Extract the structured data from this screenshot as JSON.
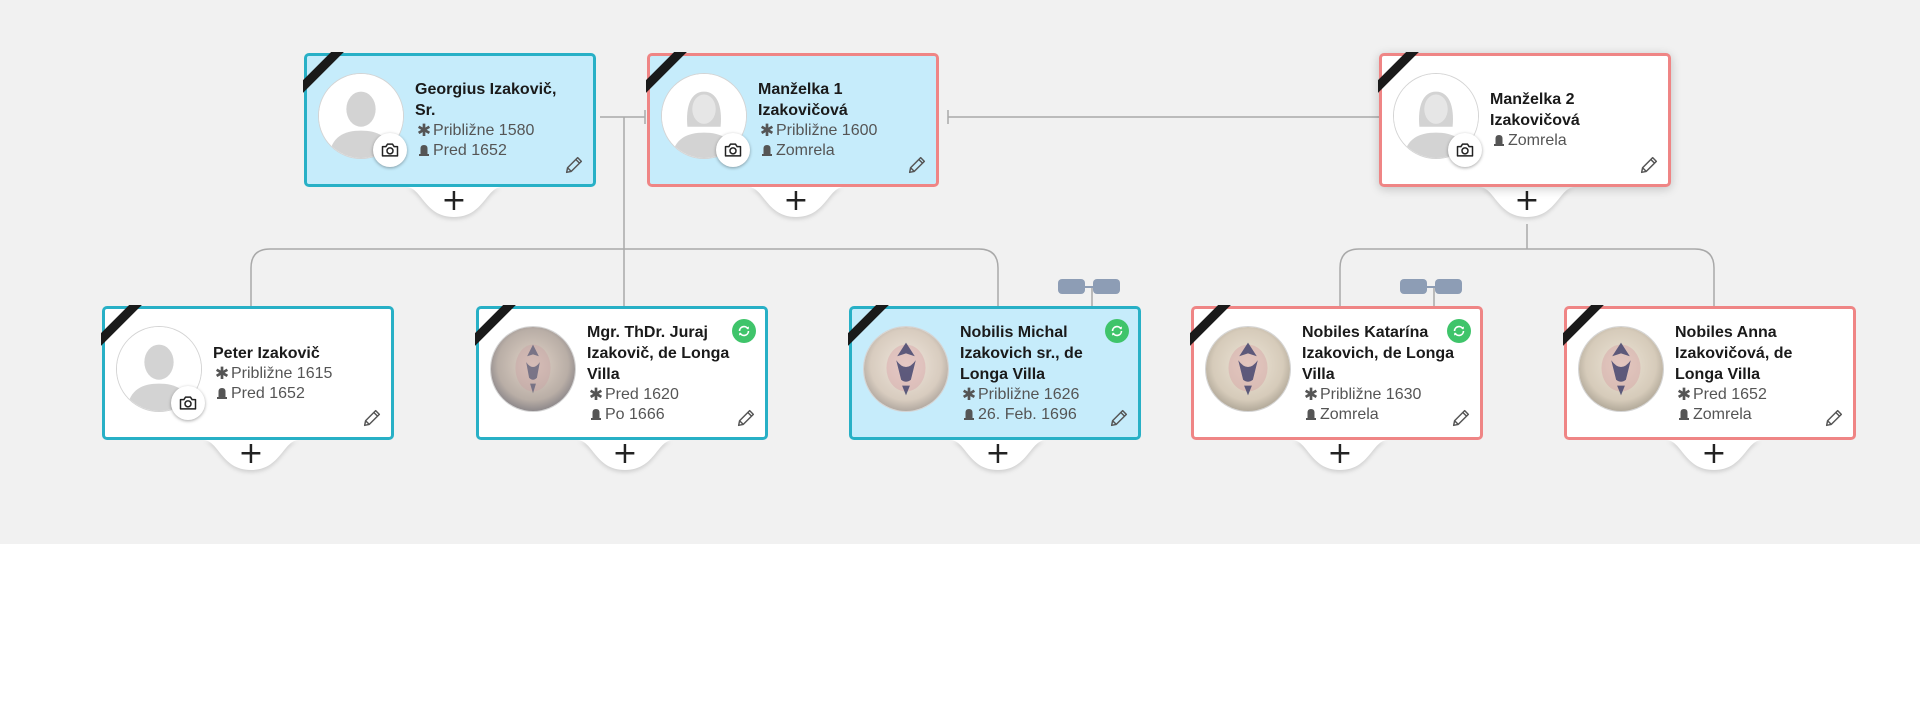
{
  "colors": {
    "male_border": "#28b0c6",
    "female_border": "#ef8585",
    "focus_bg": "#c6ecfb",
    "sync_green": "#3fc46a",
    "canvas_bg": "#f1f1f1"
  },
  "people": [
    {
      "id": "georgius",
      "name": "Georgius Izakovič, Sr.",
      "birth": "Približne 1580",
      "death": "Pred 1652",
      "gender": "male",
      "photo": "placeholder",
      "icons": [
        "deceased-ribbon-icon",
        "camera-icon",
        "edit-pencil-icon"
      ]
    },
    {
      "id": "manzelka1",
      "name": "Manželka 1 Izakovičová",
      "birth": "Približne 1600",
      "death": "Zomrela",
      "gender": "female",
      "photo": "placeholder",
      "icons": [
        "deceased-ribbon-icon",
        "camera-icon",
        "edit-pencil-icon"
      ]
    },
    {
      "id": "manzelka2",
      "name": "Manželka 2 Izakovičová",
      "birth": "",
      "death": "Zomrela",
      "gender": "female",
      "photo": "placeholder",
      "icons": [
        "deceased-ribbon-icon",
        "camera-icon",
        "edit-pencil-icon"
      ]
    },
    {
      "id": "peter",
      "name": "Peter Izakovič",
      "birth": "Približne 1615",
      "death": "Pred 1652",
      "gender": "male",
      "photo": "placeholder",
      "icons": [
        "deceased-ribbon-icon",
        "camera-icon",
        "edit-pencil-icon"
      ]
    },
    {
      "id": "juraj",
      "name": "Mgr. ThDr. Juraj Izakovič, de Longa Villa",
      "birth": "Pred 1620",
      "death": "Po 1666",
      "gender": "male",
      "photo": "coat-of-arms",
      "icons": [
        "deceased-ribbon-icon",
        "sync-icon",
        "edit-pencil-icon"
      ]
    },
    {
      "id": "michal",
      "name": "Nobilis Michal Izakovich sr., de Longa Villa",
      "birth": "Približne 1626",
      "death": "26. Feb. 1696",
      "gender": "male",
      "photo": "coat-of-arms",
      "icons": [
        "deceased-ribbon-icon",
        "sync-icon",
        "edit-pencil-icon"
      ]
    },
    {
      "id": "katarina",
      "name": "Nobiles Katarína Izakovich, de Longa Villa",
      "birth": "Približne 1630",
      "death": "Zomrela",
      "gender": "female",
      "photo": "coat-of-arms",
      "icons": [
        "deceased-ribbon-icon",
        "sync-icon",
        "edit-pencil-icon"
      ]
    },
    {
      "id": "anna",
      "name": "Nobiles Anna Izakovičová, de Longa Villa",
      "birth": "Pred 1652",
      "death": "Zomrela",
      "gender": "female",
      "photo": "coat-of-arms",
      "icons": [
        "deceased-ribbon-icon",
        "edit-pencil-icon"
      ]
    }
  ],
  "add_button_label": "+",
  "birth_symbol": "✱",
  "focused": [
    "georgius",
    "manzelka1",
    "michal"
  ],
  "partner_link_icons": [
    "michal",
    "katarina"
  ]
}
